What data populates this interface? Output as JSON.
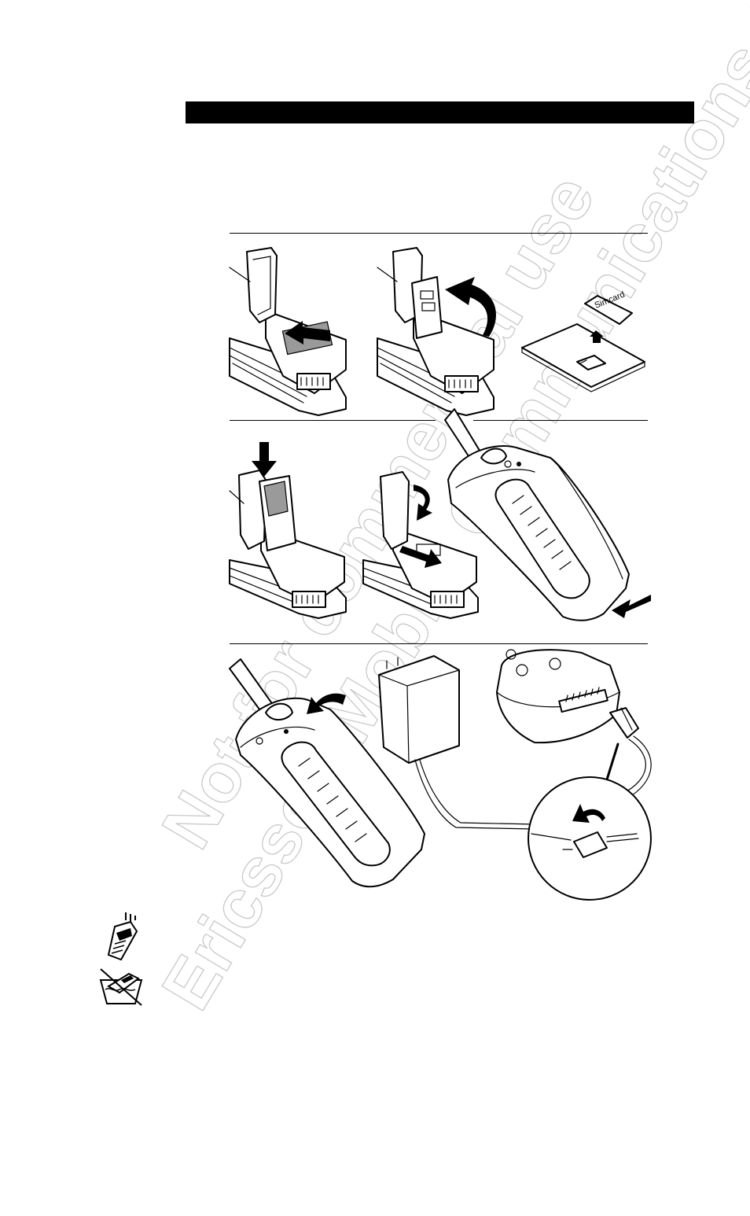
{
  "page": {
    "title_bar_color": "#000000",
    "watermark_color": "#c9c9c9",
    "watermark_line1": "Not for commercial use",
    "watermark_line2": "Ericsson Mobile Communications AB"
  },
  "illustrations": {
    "simcard_label": "Simcard",
    "steps": [
      "open-battery-compartment",
      "lift-sim-holder",
      "break-out-sim-card",
      "insert-sim-card",
      "close-sim-holder",
      "attach-battery",
      "attach-battery-cover",
      "connect-charger"
    ]
  },
  "icons": [
    "rain-phone-icon",
    "water-bowl-phone-icon"
  ]
}
